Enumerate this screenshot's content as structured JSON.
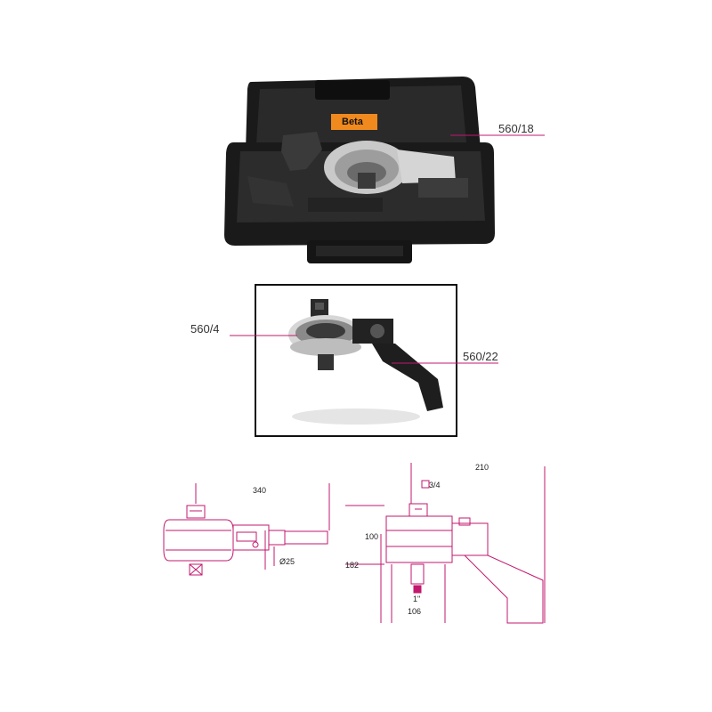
{
  "colors": {
    "case_black": "#1a1a1a",
    "brand_orange": "#f08a1e",
    "frame_black": "#111111",
    "drawing_magenta": "#c2186e",
    "leader_magenta": "#c0186e"
  },
  "product": {
    "brand_label": "Beta"
  },
  "callouts": {
    "case_set": "560/18",
    "multiplier": "560/4",
    "reaction_arm": "560/22"
  },
  "drawing_left": {
    "length": "340",
    "diameter": "Ø25"
  },
  "drawing_right": {
    "width": "210",
    "drive_in": "3/4",
    "height_top": "100",
    "height_total": "182",
    "drive_out": "1\"",
    "diameter": "106"
  }
}
